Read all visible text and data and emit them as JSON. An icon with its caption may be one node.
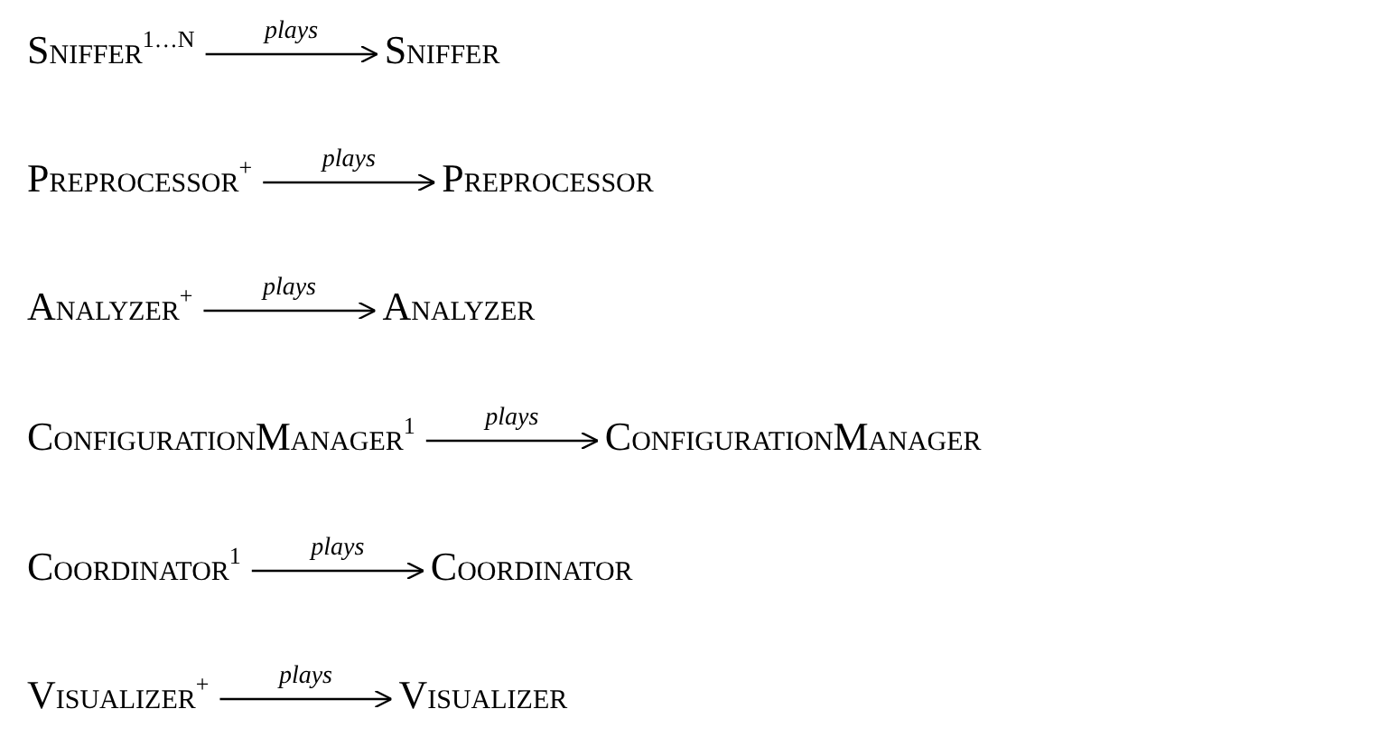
{
  "diagram": {
    "nodes": [
      {
        "text": [
          "Sniffer$^{1…N}$"
        ]
      },
      {
        "text": [
          "Sniffer"
        ]
      },
      {
        "text": [
          "Preprocessor$^{+}$"
        ]
      },
      {
        "text": [
          "Preprocessor"
        ]
      },
      {
        "text": [
          "Analyzer$^{+}$"
        ]
      },
      {
        "text": [
          "Analyzer"
        ]
      },
      {
        "text": [
          "ConfigurationManager$^{1}$"
        ]
      },
      {
        "text": [
          "ConfigurationManager"
        ]
      },
      {
        "text": [
          "Coordinator$^{1}$"
        ]
      },
      {
        "text": [
          "Coordinator"
        ]
      },
      {
        "text": [
          "Visualizer$^{+}$"
        ]
      },
      {
        "text": [
          "Visualizer"
        ]
      }
    ],
    "edges": [
      {
        "from": 0,
        "to": 1,
        "arrow": "to",
        "label": "plays"
      },
      {
        "from": 2,
        "to": 3,
        "arrow": "to",
        "label": "plays"
      },
      {
        "from": 4,
        "to": 5,
        "arrow": "to",
        "label": "plays"
      },
      {
        "from": 6,
        "to": 7,
        "arrow": "to",
        "label": "plays"
      },
      {
        "from": 8,
        "to": 9,
        "arrow": "to",
        "label": "plays"
      },
      {
        "from": 10,
        "to": 11,
        "arrow": "to",
        "label": "plays"
      }
    ]
  }
}
